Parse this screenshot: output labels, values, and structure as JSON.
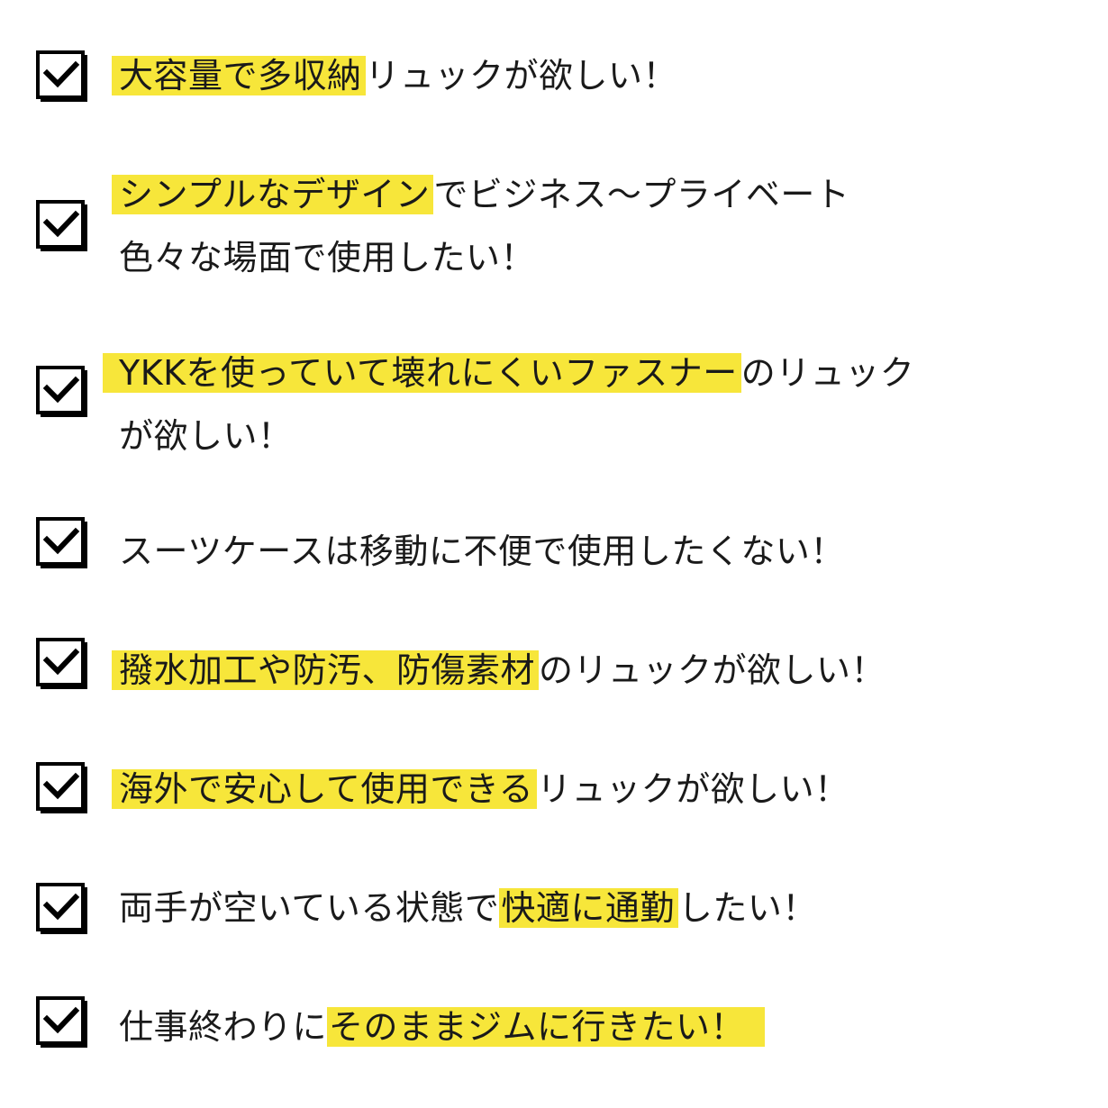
{
  "items": [
    {
      "lines": [
        {
          "highlight": "大容量で多収納",
          "rest": "リュックが欲しい！"
        }
      ]
    },
    {
      "lines": [
        {
          "highlight": "シンプルなデザイン",
          "rest": "でビジネス〜プライベート"
        },
        {
          "highlight": "",
          "rest": "色々な場面で使用したい！"
        }
      ]
    },
    {
      "lines": [
        {
          "highlight": "YKKを使っていて壊れにくいファスナー",
          "rest": "のリュック"
        },
        {
          "highlight": "",
          "rest": "が欲しい！"
        }
      ]
    },
    {
      "lines": [
        {
          "highlight": "",
          "rest": "スーツケースは移動に不便で使用したくない！"
        }
      ]
    },
    {
      "lines": [
        {
          "highlight": "撥水加工や防汚、防傷素材",
          "rest": "のリュックが欲しい！"
        }
      ]
    },
    {
      "lines": [
        {
          "highlight": "海外で安心して使用できる",
          "rest": "リュックが欲しい！"
        }
      ]
    },
    {
      "lines": [
        {
          "before": "両手が空いている状態で",
          "highlight": "快適に通勤",
          "rest": "したい！"
        }
      ]
    },
    {
      "lines": [
        {
          "before": "仕事終わりに",
          "highlight": "そのままジムに行きたい！",
          "rest": ""
        }
      ]
    }
  ],
  "icon": "checkbox-checked-icon",
  "colors": {
    "highlight": "#f7e63a",
    "text": "#1a1a1a",
    "icon": "#000000"
  }
}
